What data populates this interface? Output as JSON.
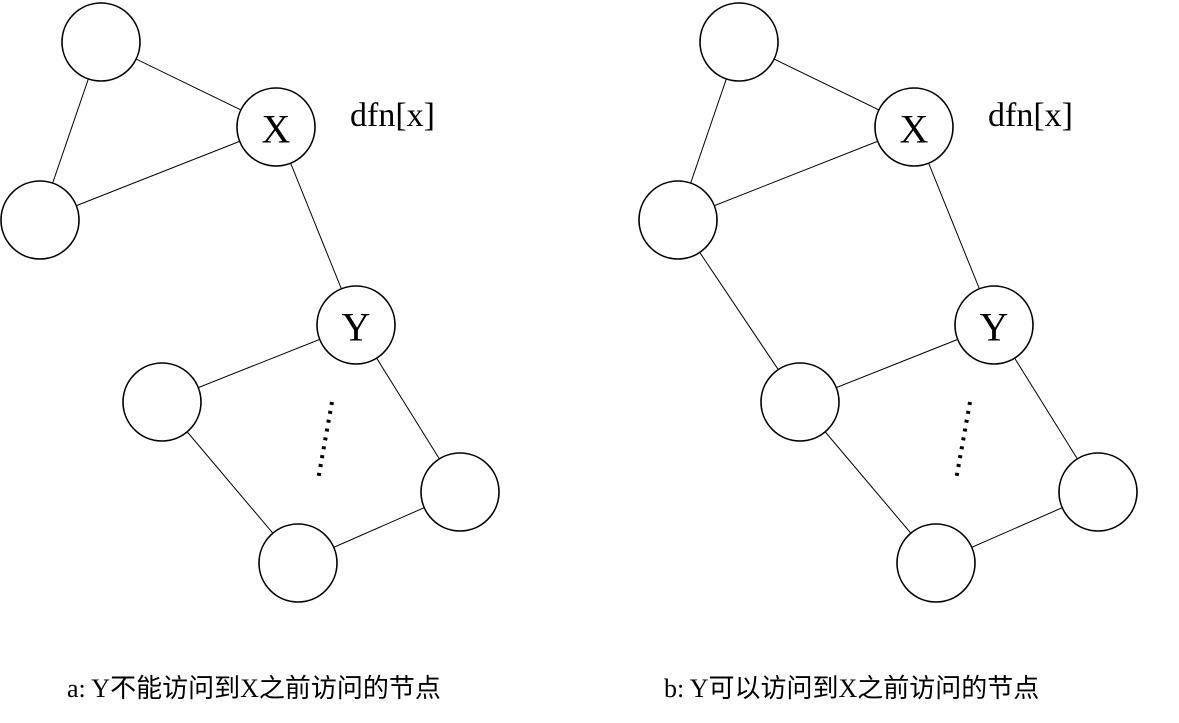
{
  "diagrams": [
    {
      "caption": "a: Y不能访问到X之前访问的节点",
      "annotation": "dfn[x]",
      "node_x": "X",
      "node_y": "Y"
    },
    {
      "caption": "b: Y可以访问到X之前访问的节点",
      "annotation": "dfn[x]",
      "node_x": "X",
      "node_y": "Y"
    }
  ]
}
